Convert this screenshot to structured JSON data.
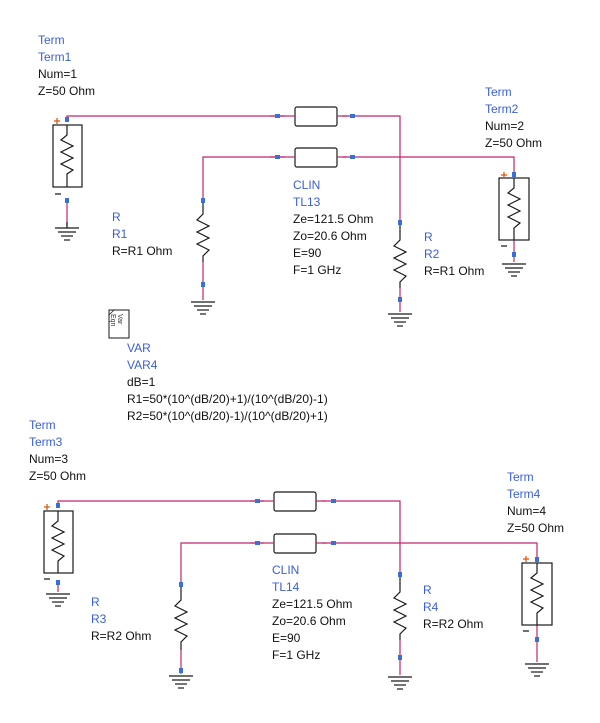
{
  "colors": {
    "wire": "#c0246e",
    "label_blue": "#3a5ed8",
    "pin_blue": "#3a6fd8",
    "plus_orange": "#e05a14"
  },
  "term1": {
    "type": "Term",
    "name": "Term1",
    "num": "Num=1",
    "z": "Z=50 Ohm"
  },
  "term2": {
    "type": "Term",
    "name": "Term2",
    "num": "Num=2",
    "z": "Z=50 Ohm"
  },
  "term3": {
    "type": "Term",
    "name": "Term3",
    "num": "Num=3",
    "z": "Z=50 Ohm"
  },
  "term4": {
    "type": "Term",
    "name": "Term4",
    "num": "Num=4",
    "z": "Z=50 Ohm"
  },
  "tl13": {
    "type": "CLIN",
    "name": "TL13",
    "ze": "Ze=121.5 Ohm",
    "zo": "Zo=20.6 Ohm",
    "e": "E=90",
    "f": "F=1 GHz"
  },
  "tl14": {
    "type": "CLIN",
    "name": "TL14",
    "ze": "Ze=121.5 Ohm",
    "zo": "Zo=20.6 Ohm",
    "e": "E=90",
    "f": "F=1 GHz"
  },
  "r1": {
    "type": "R",
    "name": "R1",
    "value": "R=R1 Ohm"
  },
  "r2": {
    "type": "R",
    "name": "R2",
    "value": "R=R1 Ohm"
  },
  "r3": {
    "type": "R",
    "name": "R3",
    "value": "R=R2 Ohm"
  },
  "r4": {
    "type": "R",
    "name": "R4",
    "value": "R=R2 Ohm"
  },
  "var4": {
    "icon_line1": "Var",
    "icon_line2": "Eqn",
    "type": "VAR",
    "name": "VAR4",
    "eq1": "dB=1",
    "eq2": "R1=50*(10^(dB/20)+1)/(10^(dB/20)-1)",
    "eq3": "R2=50*(10^(dB/20)-1)/(10^(dB/20)+1)"
  }
}
